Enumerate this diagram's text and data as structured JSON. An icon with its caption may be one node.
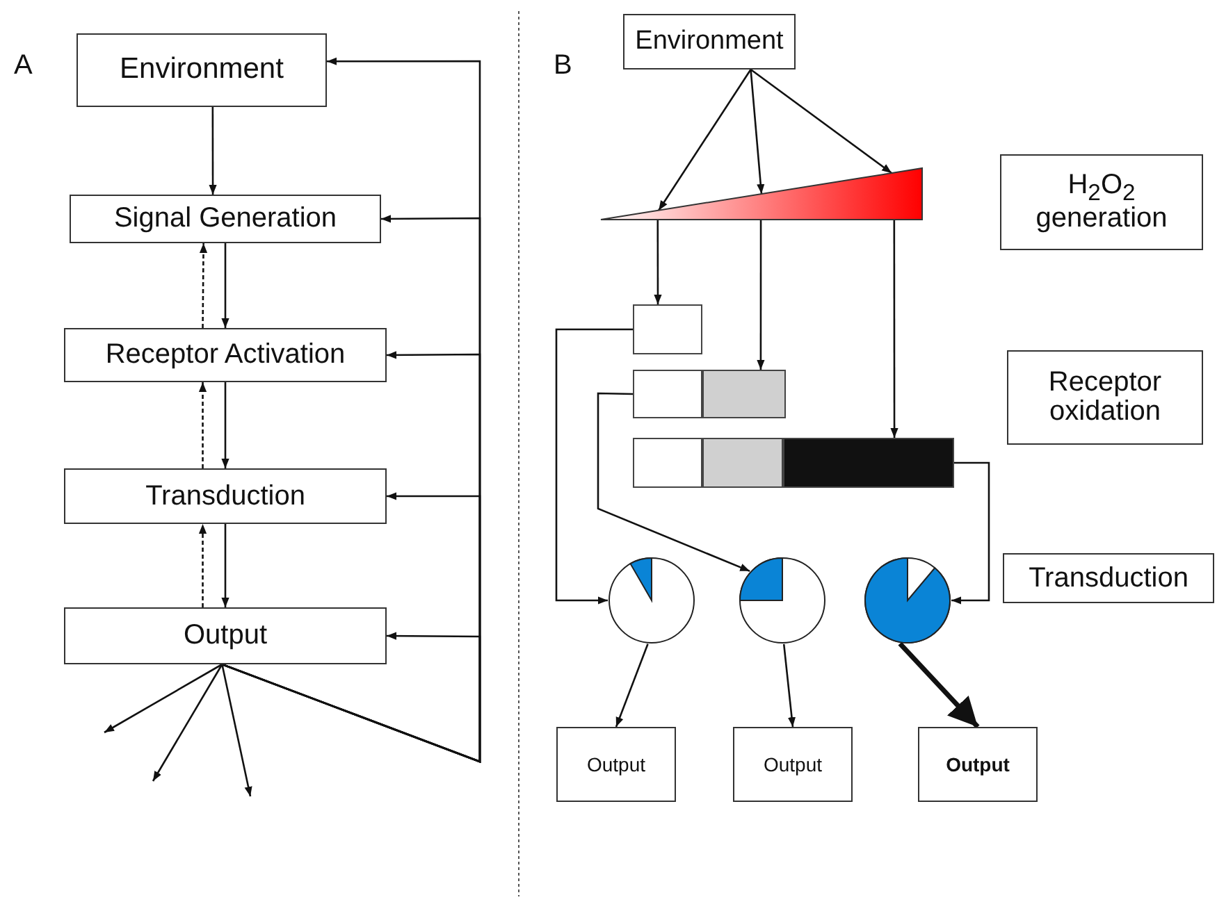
{
  "diagram": {
    "nodes": [
      {
        "text": [
          "Environment"
        ]
      },
      {
        "text": [
          "Signal Generation"
        ]
      },
      {
        "text": [
          "Receptor Activation"
        ]
      },
      {
        "text": [
          "Transduction"
        ]
      },
      {
        "text": [
          "Output"
        ]
      },
      {
        "text": [
          "Environment"
        ]
      },
      {
        "text": [],
        "shape": "triangle"
      },
      {
        "text": [
          "H$_{2}$O$_{2}$ generation"
        ]
      },
      {
        "text": [],
        "shape": "box"
      },
      {
        "text": [],
        "shape": "bar"
      },
      {
        "text": [],
        "shape": "bar"
      },
      {
        "text": [
          "Receptor oxidation"
        ]
      },
      {
        "text": [],
        "shape": "circle"
      },
      {
        "text": [],
        "shape": "circle"
      },
      {
        "text": [],
        "shape": "circle"
      },
      {
        "text": [
          "Transduction"
        ]
      },
      {
        "text": [
          "Output"
        ]
      },
      {
        "text": [
          "Output"
        ]
      },
      {
        "text": [
          "Output"
        ]
      }
    ],
    "edges": [
      {
        "from": 0,
        "to": 1,
        "arrow": "to"
      },
      {
        "from": 1,
        "to": 2,
        "arrow": "to"
      },
      {
        "from": 2,
        "to": 3,
        "arrow": "to"
      },
      {
        "from": 3,
        "to": 4,
        "arrow": "to"
      },
      {
        "from": 2,
        "to": 1,
        "arrow": "to",
        "style": "dashed"
      },
      {
        "from": 3,
        "to": 2,
        "arrow": "to",
        "style": "dashed"
      },
      {
        "from": 4,
        "to": 3,
        "arrow": "to",
        "style": "dashed"
      },
      {
        "from": 4,
        "to": 0,
        "arrow": "to"
      },
      {
        "from": 4,
        "to": 1,
        "arrow": "to"
      },
      {
        "from": 4,
        "to": 2,
        "arrow": "to"
      },
      {
        "from": 4,
        "to": 3,
        "arrow": "to"
      },
      {
        "from": 4,
        "to": 4,
        "arrow": "to"
      },
      {
        "from": 4,
        "to": null,
        "arrow": "to"
      },
      {
        "from": 4,
        "to": null,
        "arrow": "to"
      },
      {
        "from": 4,
        "to": null,
        "arrow": "to"
      },
      {
        "from": 5,
        "to": 6,
        "arrow": "to"
      },
      {
        "from": 5,
        "to": 6,
        "arrow": "to"
      },
      {
        "from": 5,
        "to": 6,
        "arrow": "to"
      },
      {
        "from": 6,
        "to": 8,
        "arrow": "to"
      },
      {
        "from": 6,
        "to": 9,
        "arrow": "to"
      },
      {
        "from": 6,
        "to": 10,
        "arrow": "to"
      },
      {
        "from": 8,
        "to": 12,
        "arrow": "to"
      },
      {
        "from": 9,
        "to": 13,
        "arrow": "to"
      },
      {
        "from": 10,
        "to": 14,
        "arrow": "to"
      },
      {
        "from": 12,
        "to": 16,
        "arrow": "to"
      },
      {
        "from": 13,
        "to": 17,
        "arrow": "to"
      },
      {
        "from": 14,
        "to": 18,
        "arrow": "to",
        "style": "thick"
      }
    ],
    "labels": [
      "A",
      "B"
    ]
  }
}
